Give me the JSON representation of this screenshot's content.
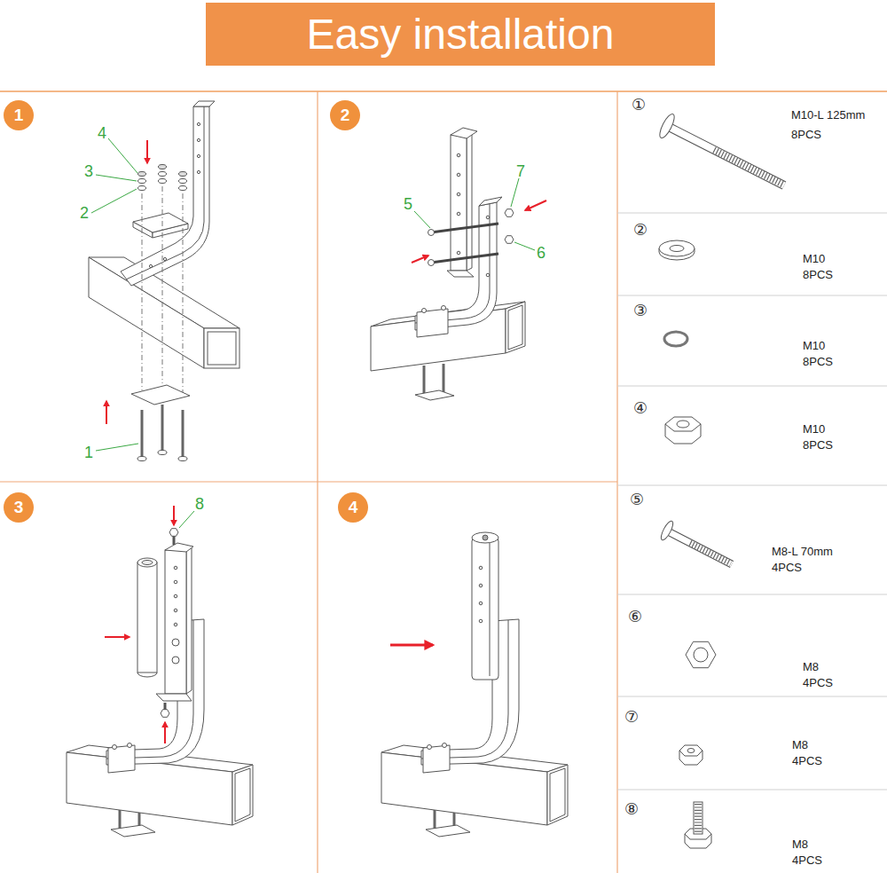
{
  "diagram": {
    "title": "Easy installation",
    "nodes": [
      {
        "text": [
          "1"
        ]
      },
      {
        "text": [
          "2"
        ]
      },
      {
        "text": [
          "3"
        ]
      },
      {
        "text": [
          "4"
        ]
      }
    ],
    "labels": [
      "4",
      "3",
      "2",
      "1",
      "5",
      "7",
      "6",
      "8",
      "①",
      "M10-L 125mm",
      "8PCS",
      "②",
      "M10",
      "8PCS",
      "③",
      "M10",
      "8PCS",
      "④",
      "M10",
      "8PCS",
      "⑤",
      "M8-L 70mm",
      "4PCS",
      "⑥",
      "M8",
      "4PCS",
      "⑦",
      "M8",
      "4PCS",
      "⑧",
      "M8",
      "4PCS"
    ]
  }
}
